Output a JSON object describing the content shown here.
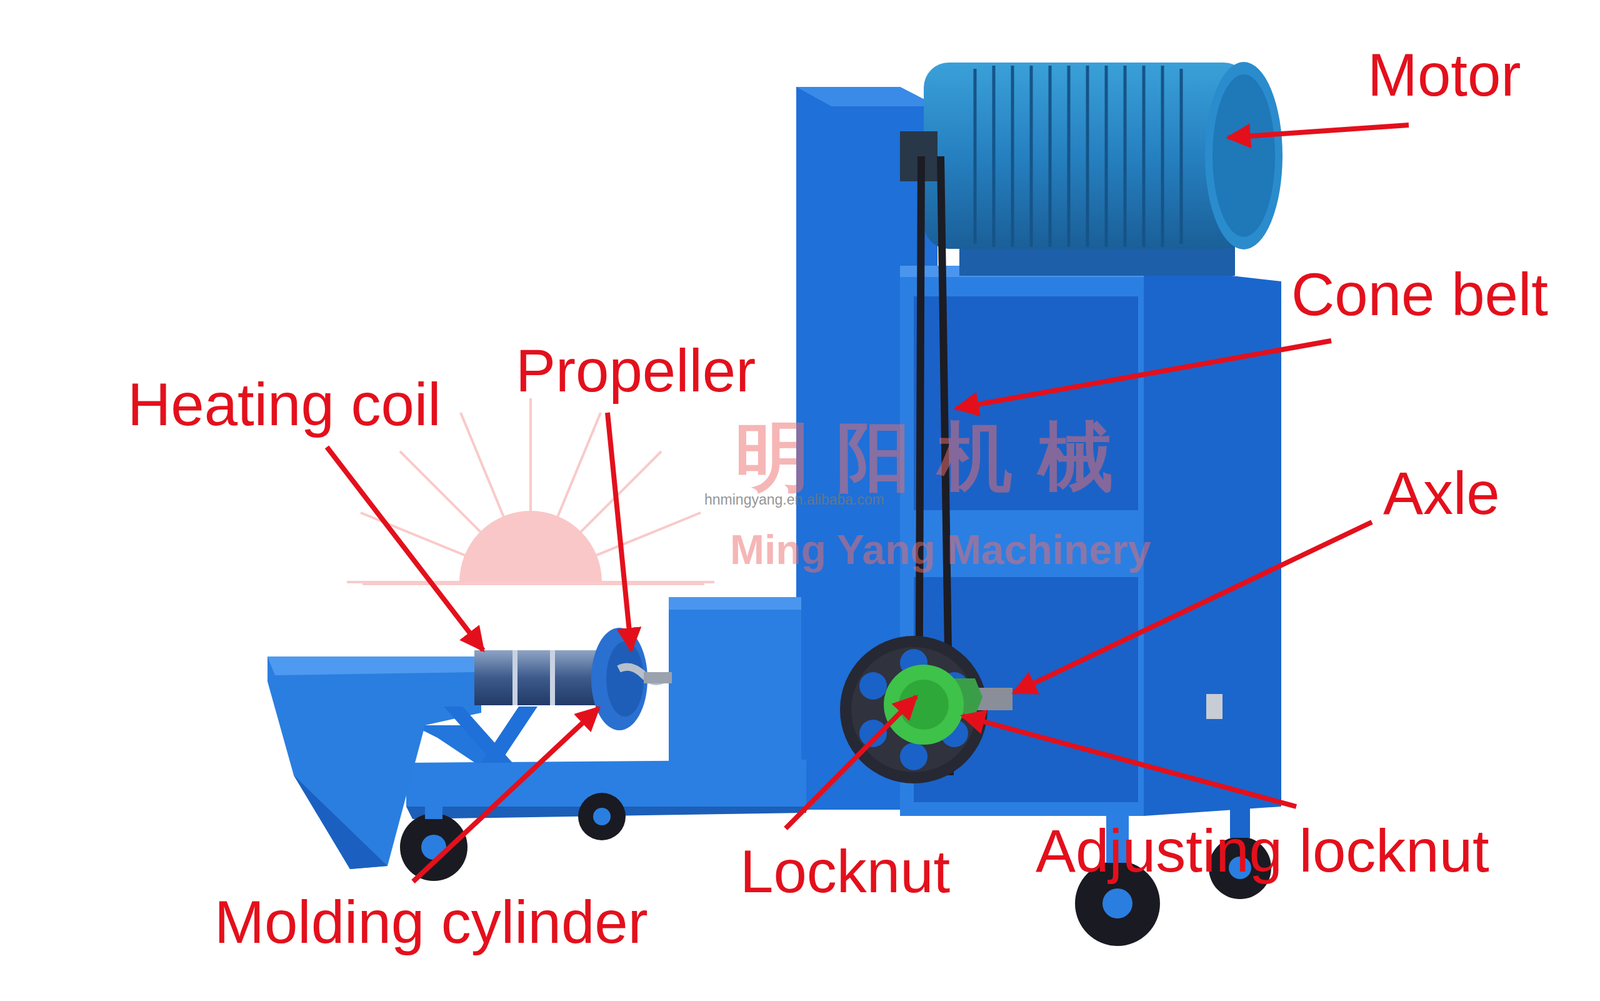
{
  "diagram": {
    "labels": [
      "Motor",
      "Cone belt",
      "Propeller",
      "Heating coil",
      "明 阳 机 械",
      "Axle",
      "hnmingyang.en.alibaba.com",
      "Ming Yang Machinery",
      "Adjusting locknut",
      "Locknut",
      "Molding cylinder"
    ]
  }
}
